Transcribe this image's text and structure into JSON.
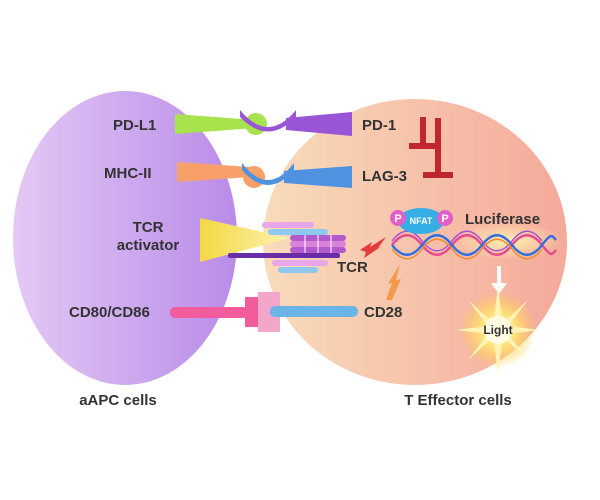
{
  "cells": {
    "apc_label": "aAPC cells",
    "effector_label": "T Effector cells"
  },
  "molecules": {
    "pd_l1": "PD-L1",
    "mhc_ii": "MHC-II",
    "tcr_activator_line1": "TCR",
    "tcr_activator_line2": "activator",
    "cd80_cd86": "CD80/CD86",
    "pd_1": "PD-1",
    "lag_3": "LAG-3",
    "tcr": "TCR",
    "cd28": "CD28"
  },
  "signaling": {
    "nfat": "NFAT",
    "phospho_left": "P",
    "phospho_right": "P",
    "luciferase": "Luciferase",
    "light": "Light"
  },
  "colors": {
    "apc_cell": "#cba0ee",
    "effector_cell": "#f7c4a6",
    "pd_l1": "#a6e34d",
    "pd_1": "#9a55d6",
    "mhc_ii": "#f7a06a",
    "lag_3": "#4f93e0",
    "tcr_activator": "#f6d743",
    "cd80_cd86": "#f25b9c",
    "cd28": "#6ab5e6",
    "inhibition": "#c0262d",
    "nfat": "#34aee5",
    "phospho": "#e15fc9"
  }
}
